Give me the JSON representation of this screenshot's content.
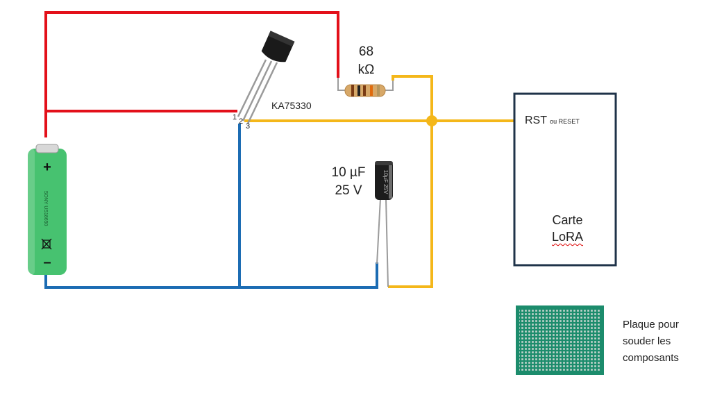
{
  "colors": {
    "positive_wire": "#e3101a",
    "ground_wire": "#1c6cb3",
    "signal_wire": "#f4b71a",
    "board_border": "#1f3349",
    "battery_body": "#47c270",
    "protoboard": "#1c8c6c"
  },
  "components": {
    "resistor": {
      "value_line1": "68",
      "value_line2": "kΩ"
    },
    "regulator": {
      "label": "KA75330",
      "pins": [
        "1",
        "2",
        "3"
      ]
    },
    "capacitor": {
      "value_line1": "10 µF",
      "value_line2": "25 V",
      "body_print": "10µF 25V"
    },
    "battery": {
      "plus": "+",
      "minus": "–",
      "print": "SONY US18650"
    }
  },
  "board": {
    "rst_label": "RST",
    "rst_note": "ou RESET",
    "name_line1": "Carte",
    "name_line2": "LoRA"
  },
  "protoboard": {
    "caption_line1": "Plaque pour",
    "caption_line2": "souder les",
    "caption_line3": "composants"
  }
}
